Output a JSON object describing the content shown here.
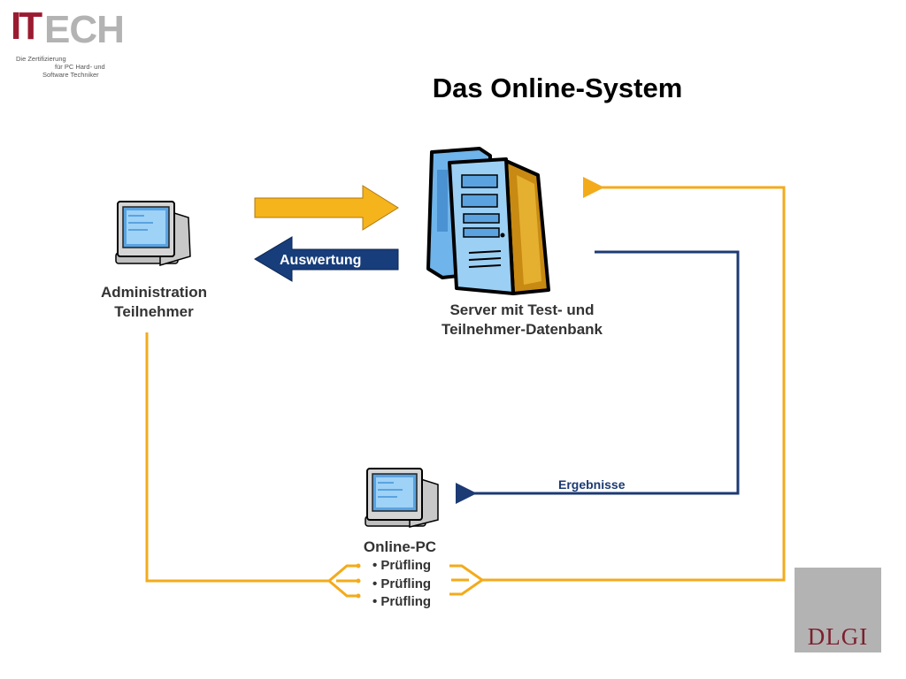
{
  "logo": {
    "it": "IT",
    "tech": "ECH",
    "sub_line1": "Die Zertifizierung",
    "sub_line2": "für PC Hard- und",
    "sub_line3": "Software Techniker"
  },
  "title": "Das Online-System",
  "admin": {
    "line1": "Administration",
    "line2": "Teilnehmer"
  },
  "server": {
    "line1": "Server mit Test-  und",
    "line2": "Teilnehmer-Datenbank"
  },
  "arrows": {
    "auswertung": "Auswertung",
    "ergebnisse": "Ergebnisse"
  },
  "online_pc": {
    "label": "Online-PC",
    "items": [
      "• Prüfling",
      "• Prüfling",
      "•  Prüfling"
    ]
  },
  "dlgi": "DLGI",
  "colors": {
    "orange": "#f3ab1b",
    "navy": "#1c3a73",
    "maroon": "#9b1b30"
  }
}
